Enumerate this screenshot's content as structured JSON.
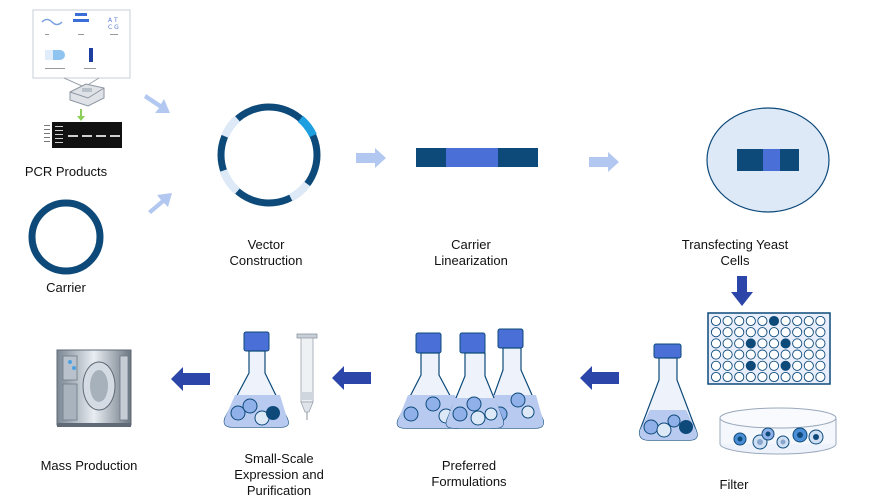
{
  "labels": {
    "pcr_products": "PCR Products",
    "carrier": "Carrier",
    "vector_construction": "Vector\nConstruction",
    "carrier_linearization": "Carrier\nLinearization",
    "transfecting_yeast": "Transfecting Yeast\nCells",
    "filter": "Filter",
    "preferred_formulations": "Preferred\nFormulations",
    "small_scale": "Small-Scale\nExpression and\nPurification",
    "mass_production": "Mass Production"
  },
  "colors": {
    "dark_blue": "#0d4a7a",
    "mid_blue": "#4a6fd6",
    "light_arrow": "#b3c8f0",
    "dark_arrow": "#2b46a8",
    "cell_fill": "#dde9f7",
    "plate_fill": "#e8eefb",
    "cyan": "#1ea0e0"
  }
}
